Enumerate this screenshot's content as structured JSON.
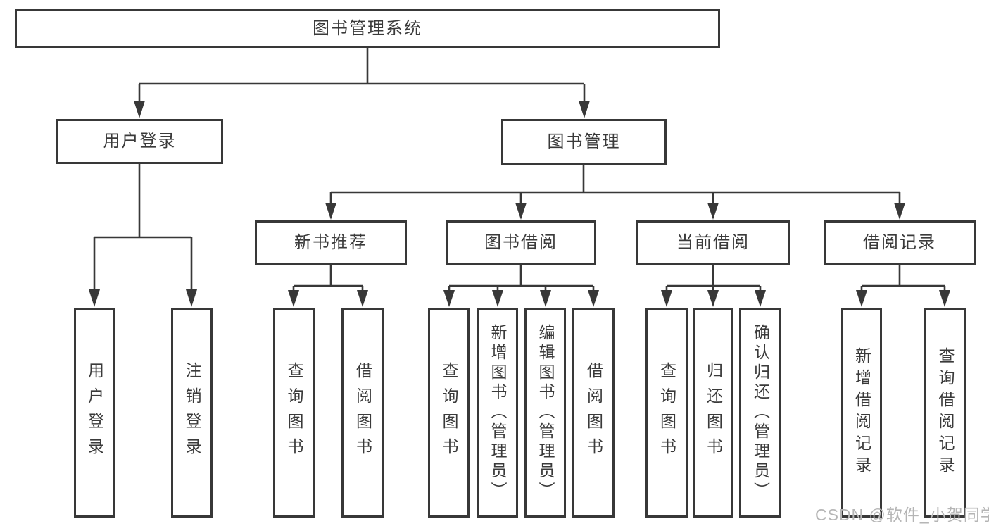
{
  "tree": {
    "root": "图书管理系统",
    "branches": [
      {
        "label": "用户登录",
        "children": [
          "用户登录",
          "注销登录"
        ]
      },
      {
        "label": "图书管理",
        "sections": [
          {
            "label": "新书推荐",
            "children": [
              "查询图书",
              "借阅图书"
            ]
          },
          {
            "label": "图书借阅",
            "children": [
              "查询图书",
              "新增图书（管理员）",
              "编辑图书（管理员）",
              "借阅图书"
            ]
          },
          {
            "label": "当前借阅",
            "children": [
              "查询图书",
              "归还图书",
              "确认归还（管理员）"
            ]
          },
          {
            "label": "借阅记录",
            "children": [
              "新增借阅记录",
              "查询借阅记录"
            ]
          }
        ]
      }
    ]
  },
  "watermark": "CSDN @软件_小贺同学",
  "colors": {
    "line": "#383838",
    "box_border": "#383838",
    "text": "#3a3a3a",
    "watermark": "#b5b5b5",
    "background": "#ffffff"
  }
}
